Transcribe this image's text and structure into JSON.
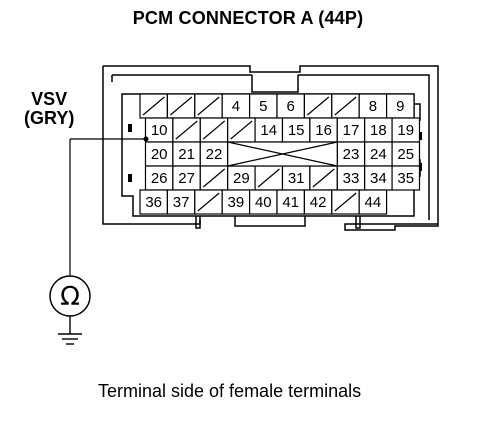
{
  "title": "PCM CONNECTOR A (44P)",
  "wire": {
    "name": "VSV",
    "color": "(GRY)"
  },
  "caption": "Terminal side of female terminals",
  "meter_symbol": "Ω",
  "rows": [
    [
      "",
      "",
      "",
      "4",
      "5",
      "6",
      "",
      "",
      "8",
      "9"
    ],
    [
      "10",
      "",
      "",
      "",
      "14",
      "15",
      "16",
      "17",
      "18",
      "19"
    ],
    [
      "20",
      "21",
      "22",
      "",
      "",
      "",
      "",
      "23",
      "24",
      "25"
    ],
    [
      "26",
      "27",
      "",
      "29",
      "",
      "31",
      "",
      "33",
      "34",
      "35"
    ],
    [
      "36",
      "37",
      "",
      "39",
      "40",
      "41",
      "42",
      "",
      "44"
    ]
  ]
}
